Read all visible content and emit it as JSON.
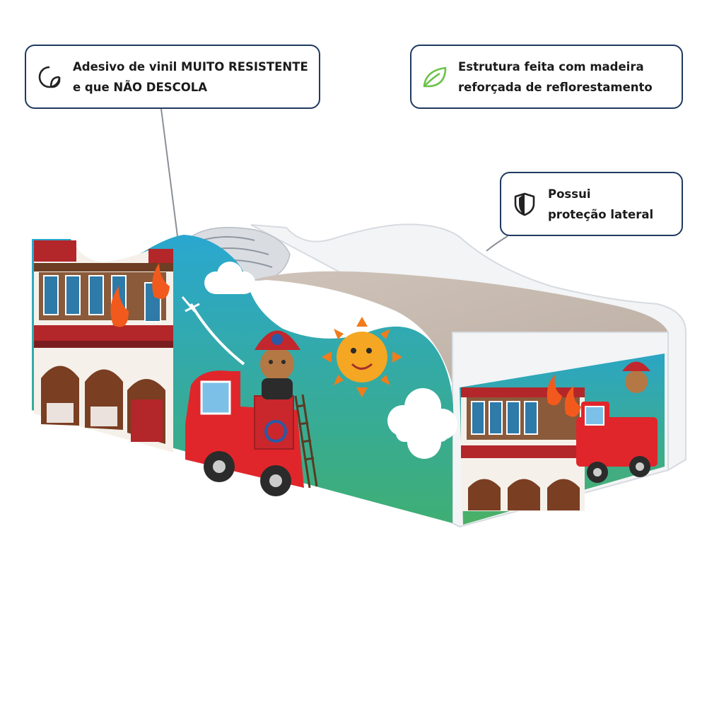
{
  "callouts": {
    "vinyl": {
      "line1": "Adesivo de vinil MUITO RESISTENTE",
      "line2": "e que NÃO DESCOLA",
      "icon": "sticker-icon"
    },
    "wood": {
      "line1": "Estrutura feita com madeira",
      "line2": "reforçada de reflorestamento",
      "icon": "leaf-icon"
    },
    "protection": {
      "line1": "Possui",
      "line2": "proteção lateral",
      "icon": "shield-icon"
    }
  },
  "colors": {
    "border": "#1f3a5f",
    "leaf": "#6cc24a",
    "bed_white": "#f4f6f8",
    "mattress": "#c8bcb2",
    "sky_top": "#2aa3c8",
    "sky_bottom": "#4cae6a",
    "brick": "#b3262a",
    "truck": "#e0262b",
    "sun": "#f5a623"
  }
}
